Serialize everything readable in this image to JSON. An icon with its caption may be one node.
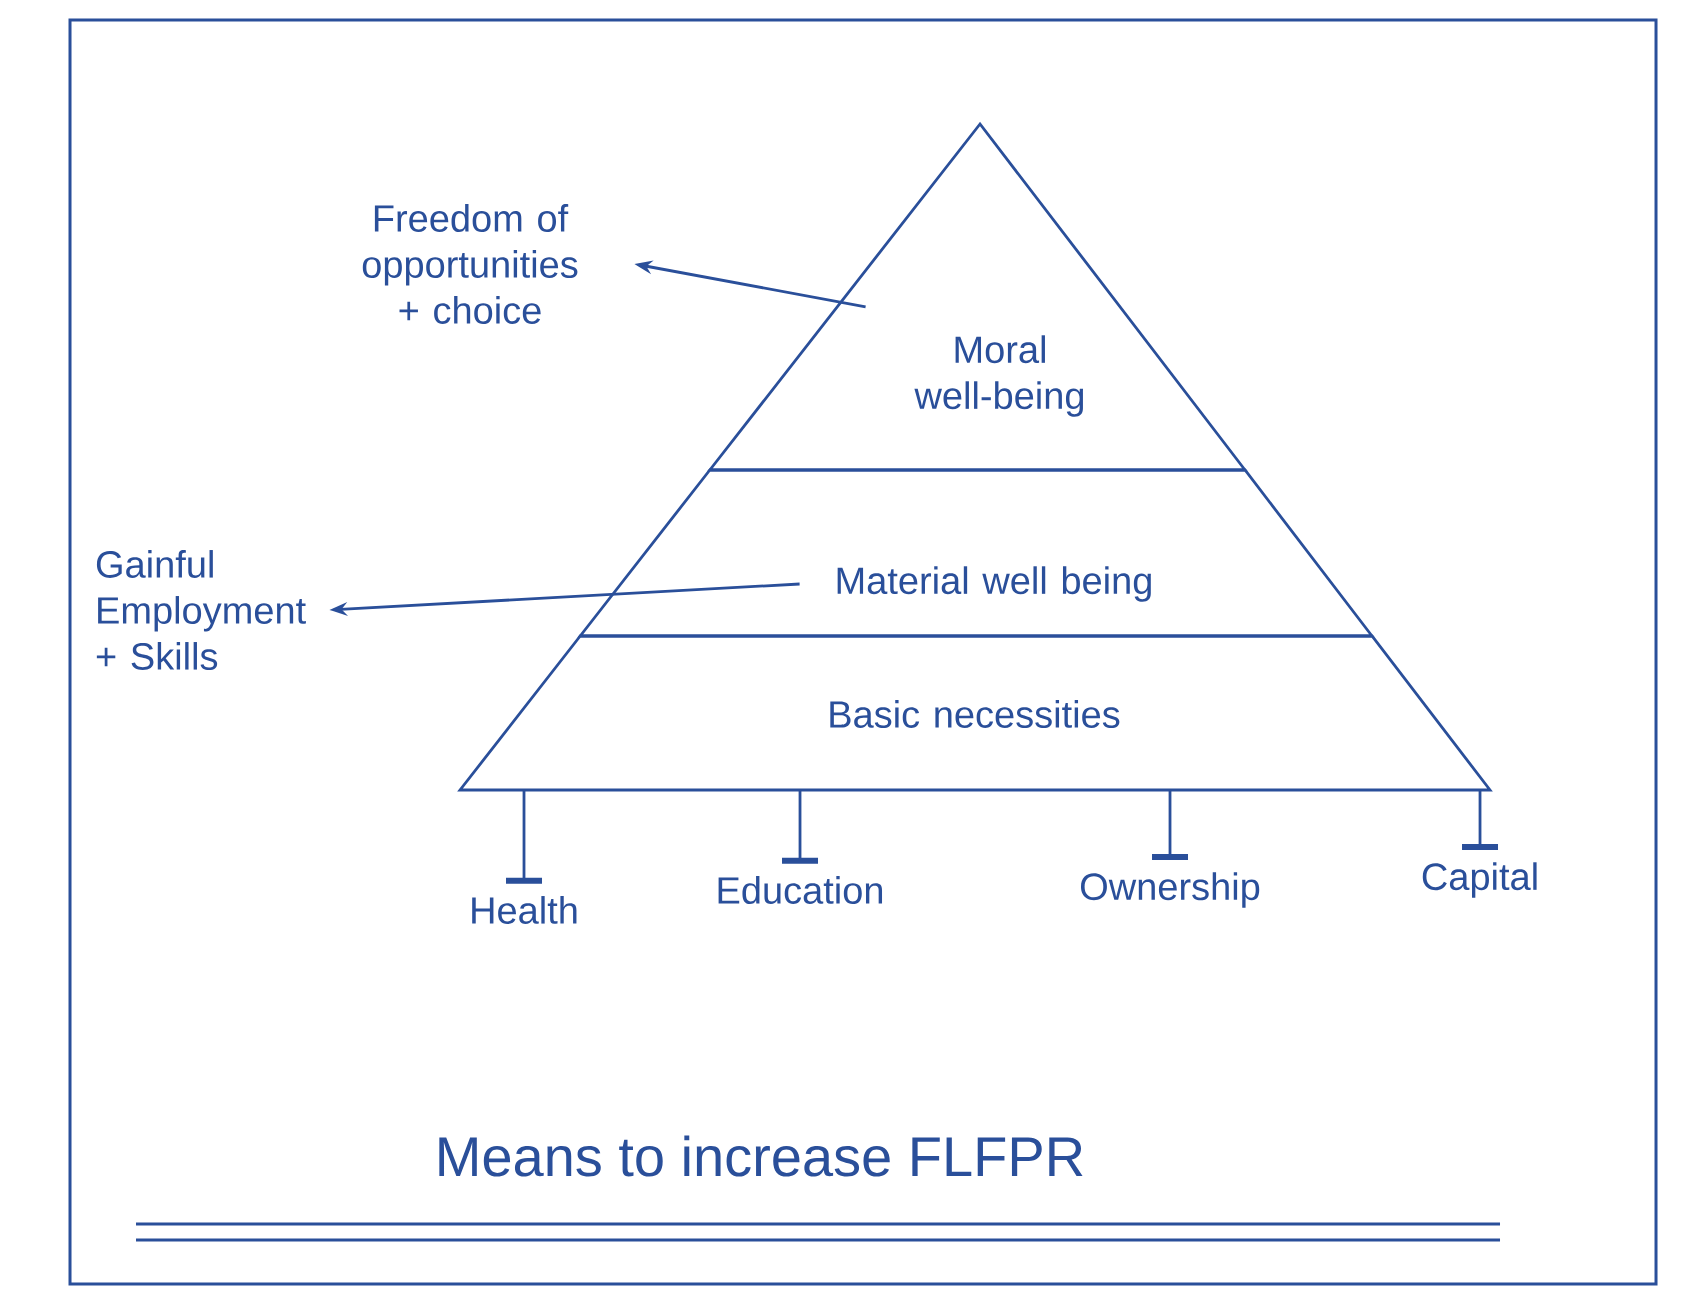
{
  "diagram": {
    "title": "Means to increase FLFPR",
    "nodes": [
      {
        "text": [
          "Moral well-being"
        ]
      },
      {
        "text": [
          "Material well being"
        ]
      },
      {
        "text": [
          "Basic necessities"
        ]
      },
      {
        "text": [
          "Freedom of opportunities + choice"
        ]
      },
      {
        "text": [
          "Gainful Employment + Skills"
        ]
      },
      {
        "text": [
          "Health"
        ]
      },
      {
        "text": [
          "Education"
        ]
      },
      {
        "text": [
          "Ownership"
        ]
      },
      {
        "text": [
          "Capital"
        ]
      }
    ],
    "edges": [
      {
        "from": 0,
        "to": 3,
        "arrow": "to"
      },
      {
        "from": 1,
        "to": 4,
        "arrow": "to"
      },
      {
        "from": 2,
        "to": 5,
        "arrow": "other"
      },
      {
        "from": 2,
        "to": 6,
        "arrow": "other"
      },
      {
        "from": 2,
        "to": 7,
        "arrow": "other"
      },
      {
        "from": 2,
        "to": 8,
        "arrow": "other"
      }
    ]
  }
}
